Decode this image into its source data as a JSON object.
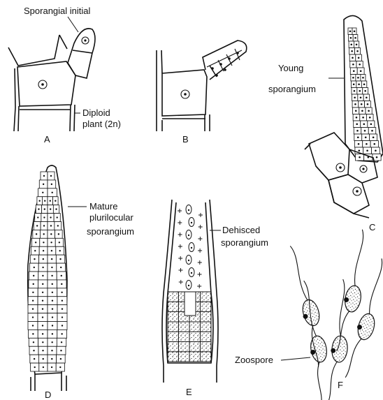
{
  "labels": {
    "sporangial_initial": "Sporangial initial",
    "diploid_plant_1": "Diploid",
    "diploid_plant_2": "plant (2n)",
    "young_sporangium_1": "Young",
    "young_sporangium_2": "sporangium",
    "mature_1": "Mature",
    "mature_2": "plurilocular",
    "mature_3": "sporangium",
    "dehisced_1": "Dehisced",
    "dehisced_2": "sporangium",
    "zoospore": "Zoospore"
  },
  "panels": {
    "a": "A",
    "b": "B",
    "c": "C",
    "d": "D",
    "e": "E",
    "f": "F"
  },
  "colors": {
    "ink": "#111111",
    "paper": "#ffffff"
  }
}
